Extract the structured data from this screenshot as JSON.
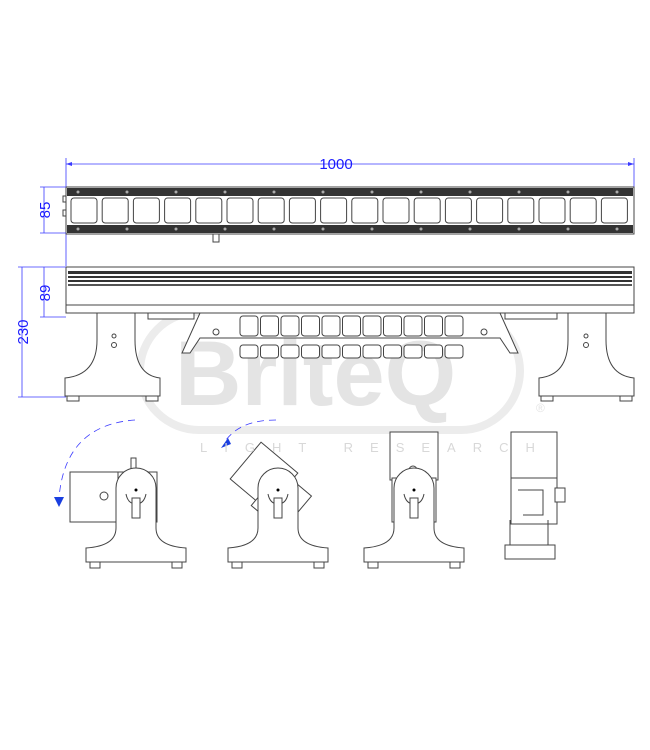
{
  "dimensions": {
    "width": "1000",
    "front_height": "85",
    "body_height": "89",
    "total_height": "230"
  },
  "watermark": {
    "brand": "BriteQ",
    "registered": "®",
    "tagline": "LIGHT RESEARCH"
  },
  "colors": {
    "dimension": "#1a1aff",
    "rotation_arrow": "#1a3fe0",
    "line": "#444444",
    "strip": "#333333"
  }
}
